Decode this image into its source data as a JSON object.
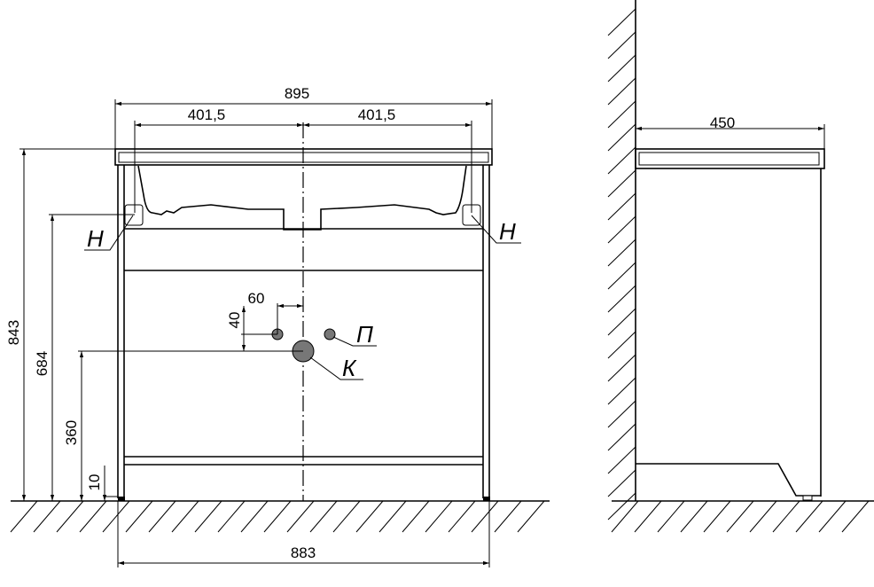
{
  "front_view": {
    "dimensions": {
      "total_width": "895",
      "half_left": "401,5",
      "half_right": "401,5",
      "height_total": "843",
      "height_supply": "684",
      "height_drain": "360",
      "foot_height": "10",
      "leg_span": "883",
      "pipe_offset_x": "60",
      "pipe_offset_y": "40"
    },
    "labels": {
      "mount_left": "Н",
      "mount_right": "Н",
      "water_supply": "П",
      "drain": "К"
    }
  },
  "side_view": {
    "dimensions": {
      "depth": "450"
    }
  }
}
